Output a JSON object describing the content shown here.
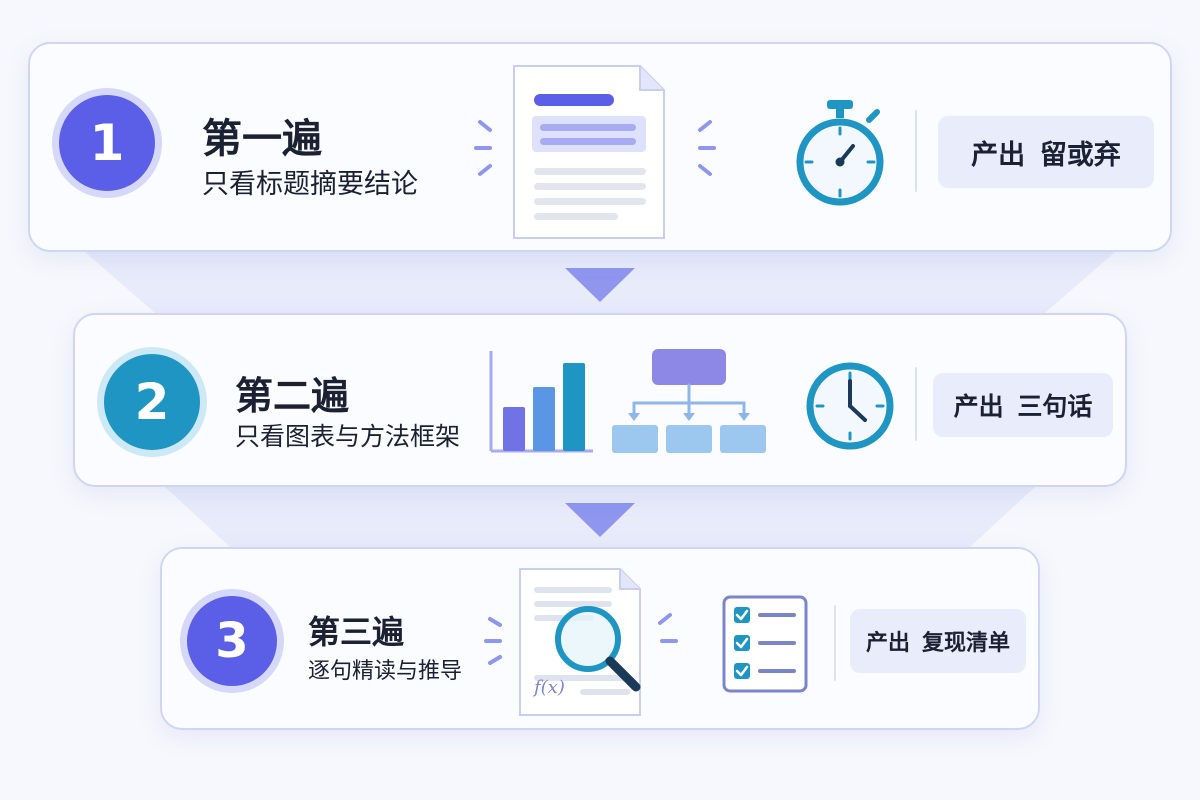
{
  "steps": [
    {
      "number": "1",
      "title": "第一遍",
      "description": "只看标题摘要结论",
      "output_prefix": "产出",
      "output_value": "留或弃",
      "icons": [
        "document-icon",
        "stopwatch-icon"
      ]
    },
    {
      "number": "2",
      "title": "第二遍",
      "description": "只看图表与方法框架",
      "output_prefix": "产出",
      "output_value": "三句话",
      "icons": [
        "bar-chart-icon",
        "hierarchy-diagram-icon",
        "clock-icon"
      ]
    },
    {
      "number": "3",
      "title": "第三遍",
      "description": "逐句精读与推导",
      "output_prefix": "产出",
      "output_value": "复现清单",
      "icons": [
        "document-magnifier-icon",
        "checklist-icon"
      ]
    },
    {
      "formula_label": "f(x)"
    }
  ],
  "colors": {
    "indigo": "#5b5ee6",
    "teal": "#1f95c4",
    "card_border": "#cfd5f6",
    "output_bg": "#e9ecfb",
    "text": "#1b2033"
  }
}
